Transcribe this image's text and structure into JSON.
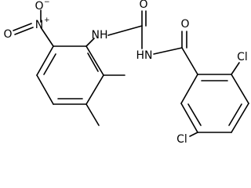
{
  "molecule": {
    "atom_labels": {
      "nitro_n": "N",
      "nitro_plus": "+",
      "nitro_o_top": "O",
      "nitro_minus": "−",
      "nitro_o_left": "O",
      "urea_nh_left": "NH",
      "urea_carbonyl_o": "O",
      "urea_nh_right": "HN",
      "benzoyl_o": "O",
      "cl_top": "Cl",
      "cl_bottom": "Cl"
    }
  }
}
